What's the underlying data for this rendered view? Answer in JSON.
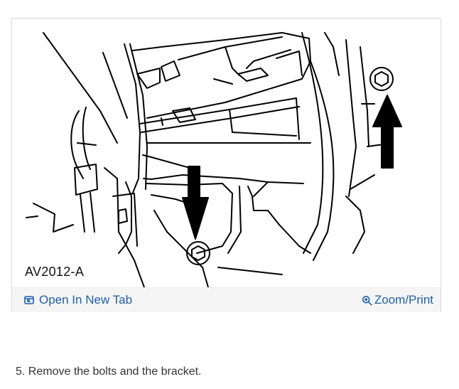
{
  "figure": {
    "caption": "AV2012-A",
    "open_tab_label": "Open In New Tab",
    "zoom_print_label": "Zoom/Print",
    "open_tab_icon": "open-in-new-tab-icon",
    "zoom_icon": "zoom-in-icon",
    "link_color": "#1f5fa8"
  },
  "instructions": {
    "step_text": "5. Remove the bolts and the bracket."
  }
}
